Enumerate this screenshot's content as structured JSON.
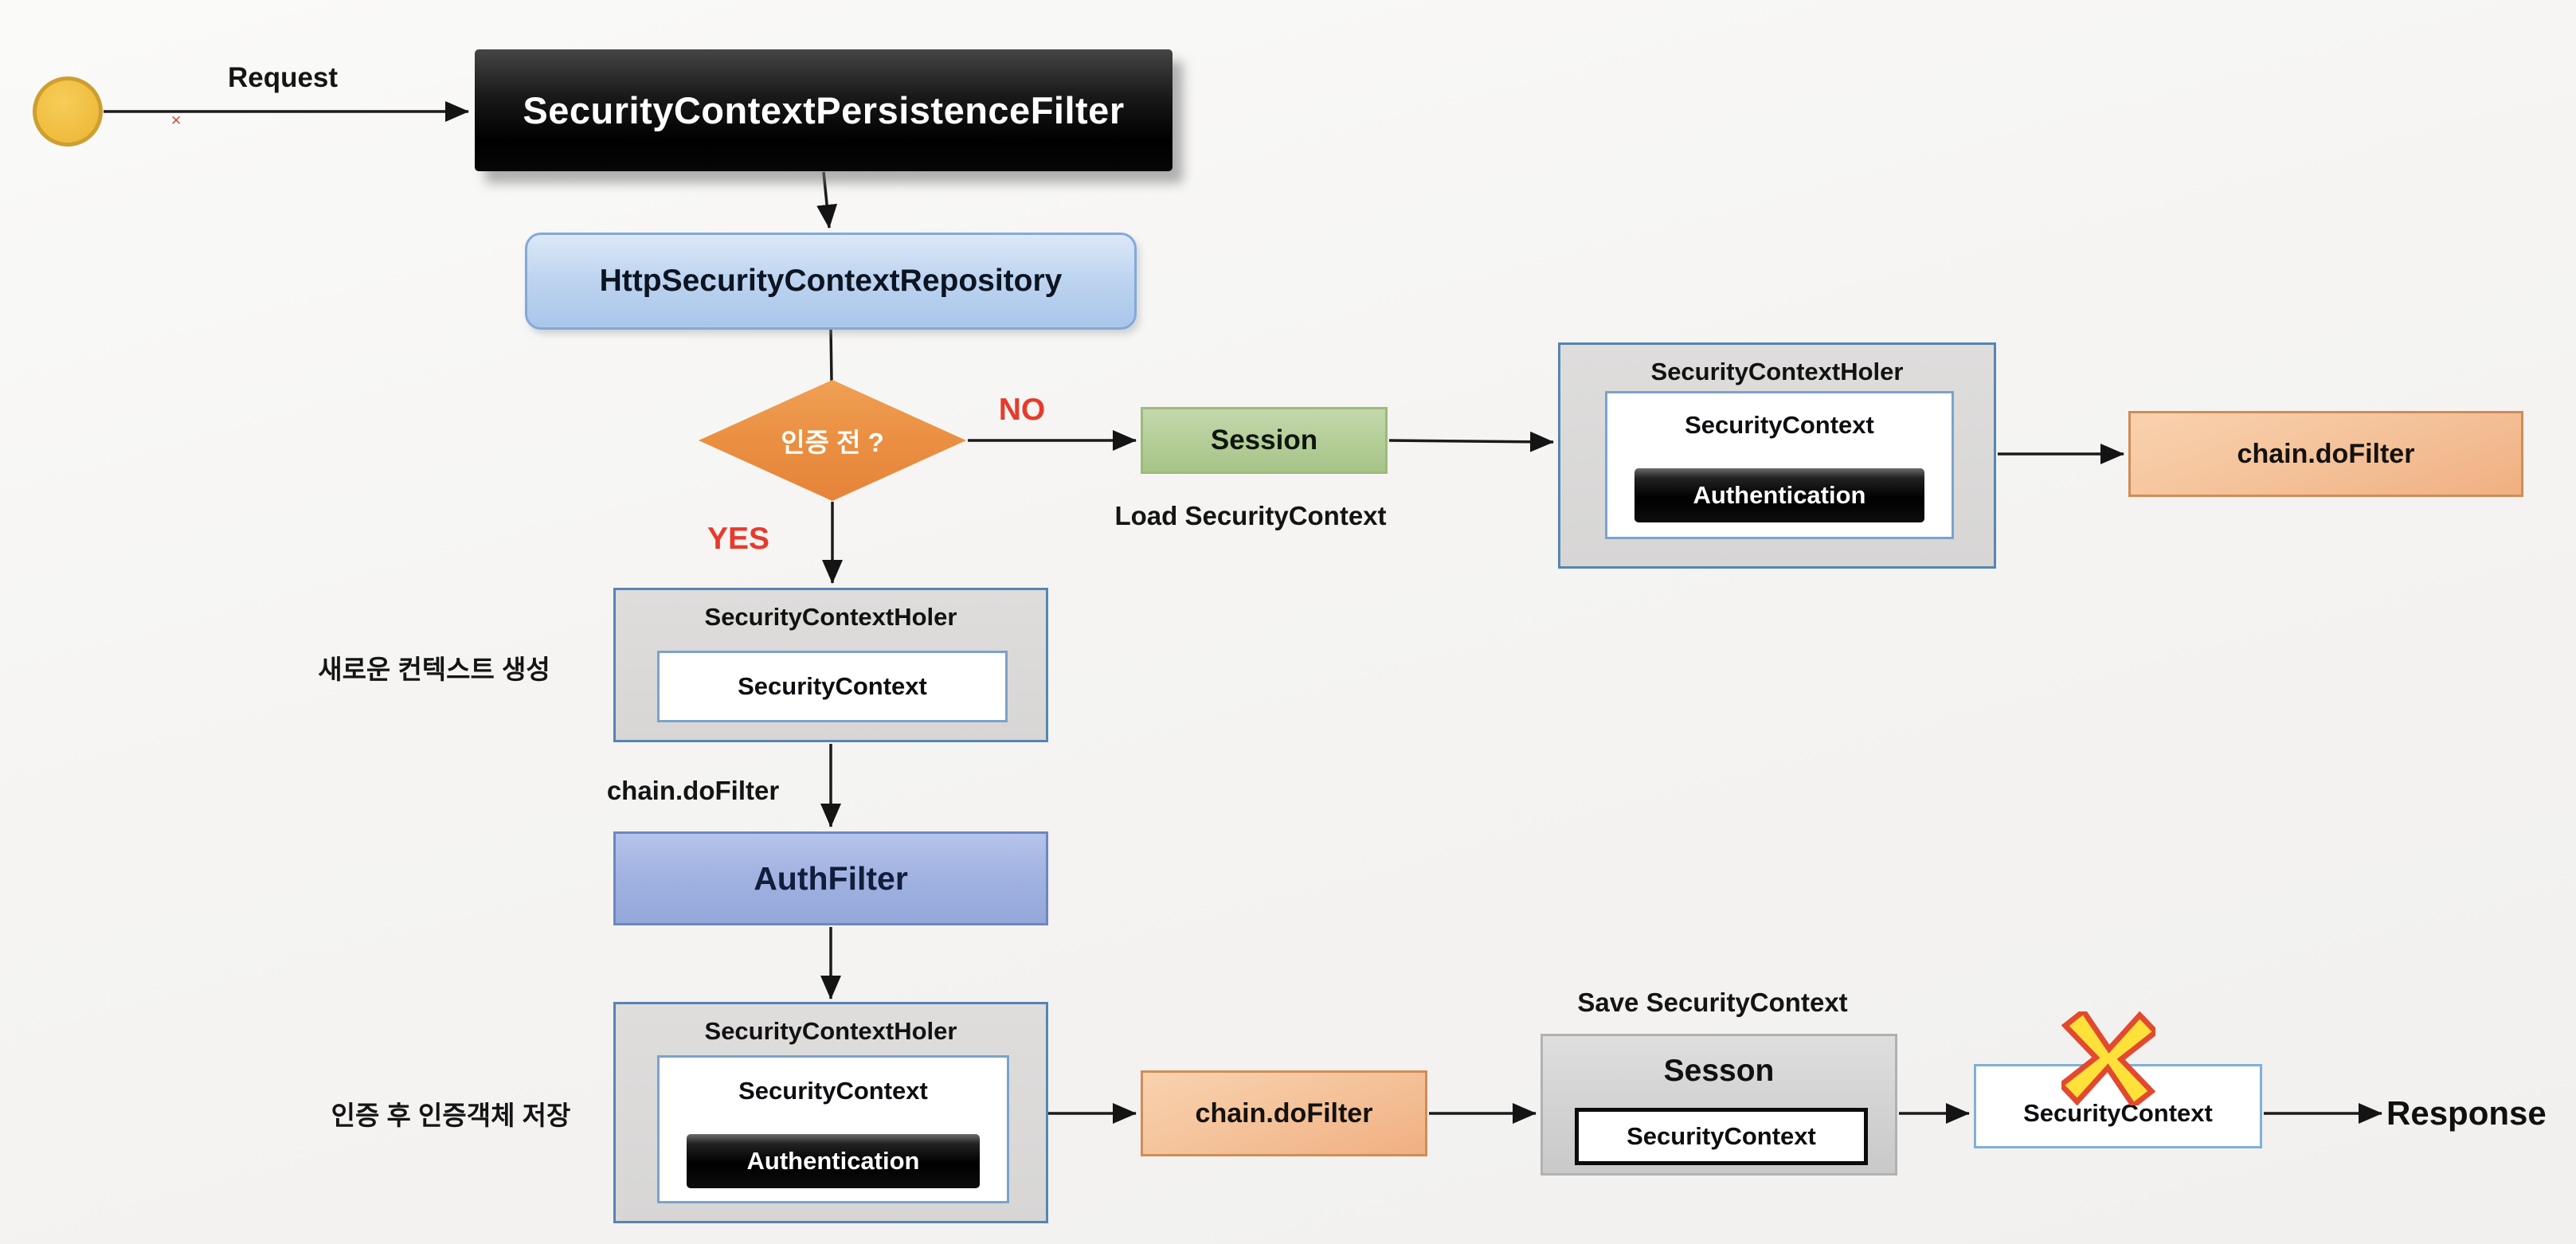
{
  "nodes": {
    "request": "Request",
    "persistence_filter": "SecurityContextPersistenceFilter",
    "repository": "HttpSecurityContextRepository",
    "decision": "인증 전 ?",
    "no": "NO",
    "yes": "YES",
    "session": "Session",
    "load_context": "Load SecurityContext",
    "holder_top": {
      "title": "SecurityContextHoler",
      "context": "SecurityContext",
      "auth": "Authentication"
    },
    "chain_top": "chain.doFilter",
    "holder_mid": {
      "title": "SecurityContextHoler",
      "context": "SecurityContext"
    },
    "note_new_context": "새로운 컨텍스트 생성",
    "chain_label": "chain.doFilter",
    "auth_filter": "AuthFilter",
    "holder_bottom": {
      "title": "SecurityContextHoler",
      "context": "SecurityContext",
      "auth": "Authentication"
    },
    "note_save_auth": "인증 후 인증객체 저장",
    "chain_bottom": "chain.doFilter",
    "save_context": "Save SecurityContext",
    "sesson": {
      "title": "Sesson",
      "context": "SecurityContext"
    },
    "final_context": "SecurityContext",
    "response": "Response",
    "artifact_mark": "✕"
  },
  "colors": {
    "accent_red": "#e63b2c",
    "diamond_orange": "#ea8f42",
    "session_green": "#b3cd96",
    "chain_orange": "#f5c49c",
    "holder_border_blue": "#5585b3",
    "auth_filter_blue": "#a2b3e1",
    "repo_blue": "#bfd5f0",
    "start_circle_yellow": "#f1c043",
    "x_mark_fill": "#ffe13a",
    "x_mark_outline": "#e2492f",
    "filter_black": "#000000"
  }
}
